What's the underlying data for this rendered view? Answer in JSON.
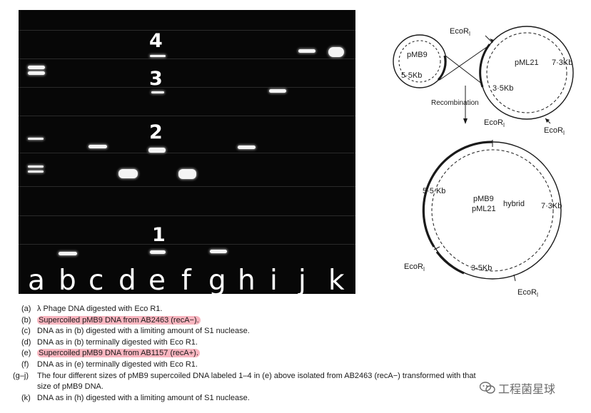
{
  "gel": {
    "size_labels": [
      "4",
      "3",
      "2",
      "1"
    ],
    "lanes": [
      "a",
      "b",
      "c",
      "d",
      "e",
      "f",
      "g",
      "h",
      "i",
      "j",
      "k"
    ]
  },
  "diagram": {
    "plasmid_small": "pMB9",
    "plasmid_small_size": "5·5Kb",
    "plasmid_large": "pML21",
    "plasmid_large_size": "7·3Kb",
    "large_inner_size": "3·5Kb",
    "enzyme": "EcoR",
    "enzyme_sub": "I",
    "arrow_label": "Recombination",
    "hybrid_line1": "pMB9",
    "hybrid_line2": "pML21",
    "hybrid_word": "hybrid",
    "hybrid_size_left": "5·5 Kb",
    "hybrid_size_right": "7·3Kb",
    "hybrid_size_bottom": "3·5Kb"
  },
  "caption": [
    {
      "key": "(a)",
      "text": "λ Phage DNA digested with Eco R1.",
      "highlight": false
    },
    {
      "key": "(b)",
      "text": "Supercoiled pMB9 DNA from AB2463 (recA−).",
      "highlight": true
    },
    {
      "key": "(c)",
      "text": "DNA as in (b) digested with a limiting amount of S1 nuclease.",
      "highlight": false
    },
    {
      "key": "(d)",
      "text": "DNA as in (b) terminally digested with Eco R1.",
      "highlight": false
    },
    {
      "key": "(e)",
      "text": "Supercoiled pMB9 DNA from AB1157 (recA+).",
      "highlight": true
    },
    {
      "key": "(f)",
      "text": "DNA as in (e) terminally digested with Eco R1.",
      "highlight": false
    },
    {
      "key": "(g–j)",
      "text": "The four different sizes of pMB9 supercoiled DNA labeled 1–4 in (e) above isolated from AB2463 (recA−) transformed with that",
      "highlight": false
    },
    {
      "key": "",
      "text": "size of pMB9 DNA.",
      "highlight": false
    },
    {
      "key": "(k)",
      "text": "DNA as in (h) digested with a limiting amount of S1 nuclease.",
      "highlight": false
    }
  ],
  "watermark": "工程菌星球"
}
